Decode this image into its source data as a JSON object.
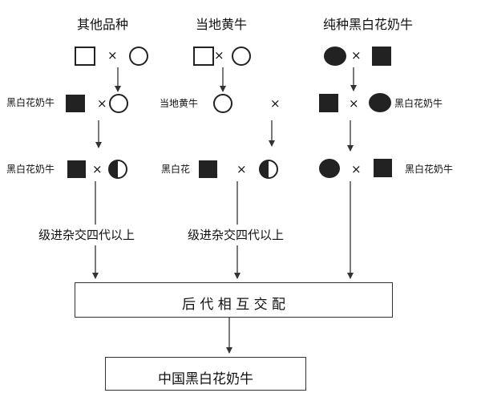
{
  "columns": {
    "left_title": "其他品种",
    "middle_title": "当地黄牛",
    "right_title": "纯种黑白花奶牛"
  },
  "labels": {
    "hw_cow_row2_left": "黑白花奶牛",
    "local_cattle_row2_middle": "当地黄牛",
    "hw_cow_row2_right": "黑白花奶牛",
    "hw_cow_row3_left": "黑白花奶牛",
    "hw_row3_middle": "黑白花",
    "hw_cow_row3_right": "黑白花奶牛"
  },
  "cross_symbol": "×",
  "grading_up": {
    "left": "级进杂交四代以上",
    "middle": "级进杂交四代以上"
  },
  "mating_box": "后 代 相 互 交 配",
  "result_box": "中国黑白花奶牛",
  "colors": {
    "line": "#333333",
    "fill_dark": "#222222",
    "background": "#ffffff"
  }
}
